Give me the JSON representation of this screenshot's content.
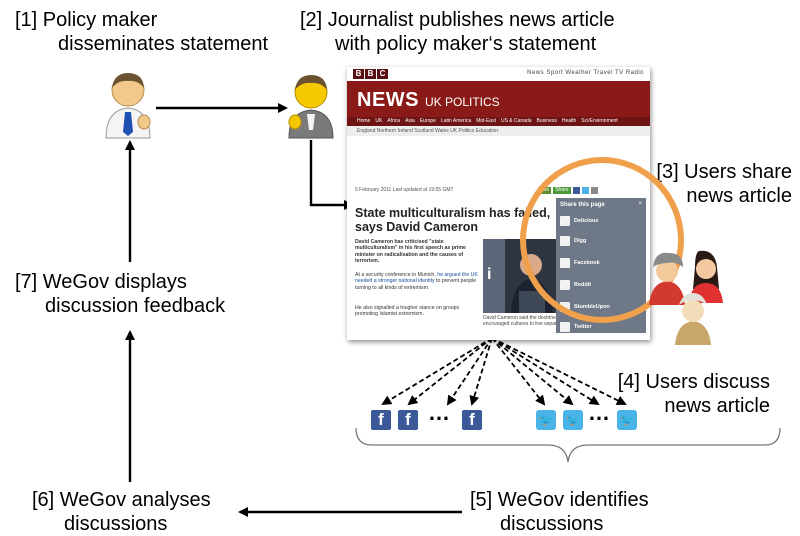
{
  "steps": {
    "s1": {
      "line1": "[1] Policy maker",
      "line2": "disseminates statement"
    },
    "s2": {
      "line1": "[2] Journalist publishes news article",
      "line2": "with policy maker‘s statement"
    },
    "s3": {
      "line1": "[3] Users share",
      "line2": "news article"
    },
    "s4": {
      "line1": "[4] Users discuss",
      "line2": "news article"
    },
    "s5": {
      "line1": "[5] WeGov identifies",
      "line2": "discussions"
    },
    "s6": {
      "line1": "[6] WeGov analyses",
      "line2": "discussions"
    },
    "s7": {
      "line1": "[7] WeGov displays",
      "line2": "discussion feedback"
    }
  },
  "article": {
    "logo": [
      "B",
      "B",
      "C"
    ],
    "topnav": "News   Sport   Weather   Travel   TV   Radio",
    "brand": "NEWS",
    "section": "UK POLITICS",
    "nav": [
      "Home",
      "UK",
      "Africa",
      "Asia",
      "Europe",
      "Latin America",
      "Mid-East",
      "US & Canada",
      "Business",
      "Health",
      "Sci/Environment"
    ],
    "subnav": "England   Northern Ireland   Scotland   Wales   UK Politics   Education",
    "date": "5 February 2011  Last updated at 19:55 GMT",
    "title": "State multiculturalism has failed, says David Cameron",
    "para1": "David Cameron has criticised \"state multiculturalism\" in his first speech as prime minister on radicalisation and the causes of terrorism.",
    "para2a": "At a security conference in Munich, ",
    "para2link": "he argued the UK needed a stronger national identity",
    "para2b": " to prevent people turning to all kinds of extremism.",
    "para3": "He also signalled a tougher stance on groups promoting Islamist extremism.",
    "caption": "David Cameron said the doctrine encouraged cultures to live separate lives",
    "share_bar": [
      "Like",
      "Share"
    ],
    "share_title": "Share this page",
    "share_close": "×",
    "share_items": [
      "Delicious",
      "Digg",
      "Facebook",
      "Reddit",
      "StumbleUpon",
      "Twitter"
    ]
  },
  "icons": {
    "facebook_glyph": "f",
    "twitter_glyph": "🐦",
    "ellipsis": "…"
  },
  "colors": {
    "bbc_red": "#8a1a17",
    "highlight_ring": "#f0a04b",
    "facebook": "#3b5998",
    "twitter": "#4ab3e8"
  }
}
